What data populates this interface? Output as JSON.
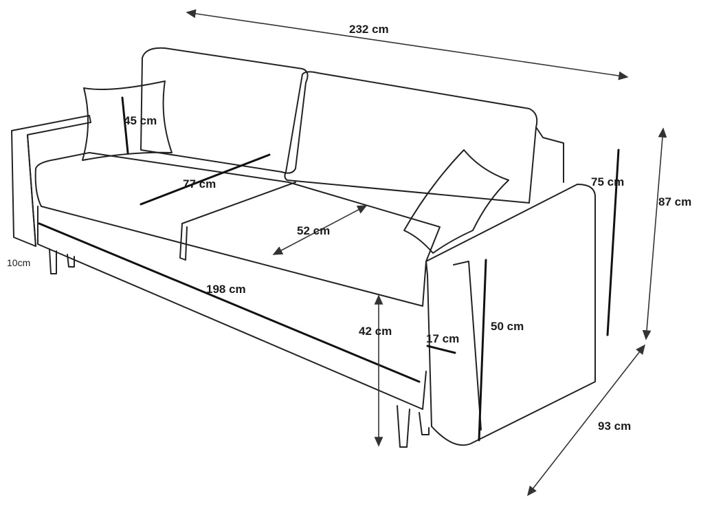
{
  "title": "Sofa dimensions diagram",
  "dimensions": {
    "overall_width": "232 cm",
    "overall_height": "87 cm",
    "overall_depth": "93 cm",
    "backrest_height": "75 cm",
    "seat_width": "198 cm",
    "seat_depth": "52 cm",
    "seat_height": "42 cm",
    "armrest_width": "17 cm",
    "armrest_height": "50 cm",
    "sleeping_depth": "77 cm",
    "pillow_size": "45 cm",
    "leg_height": "10cm"
  }
}
